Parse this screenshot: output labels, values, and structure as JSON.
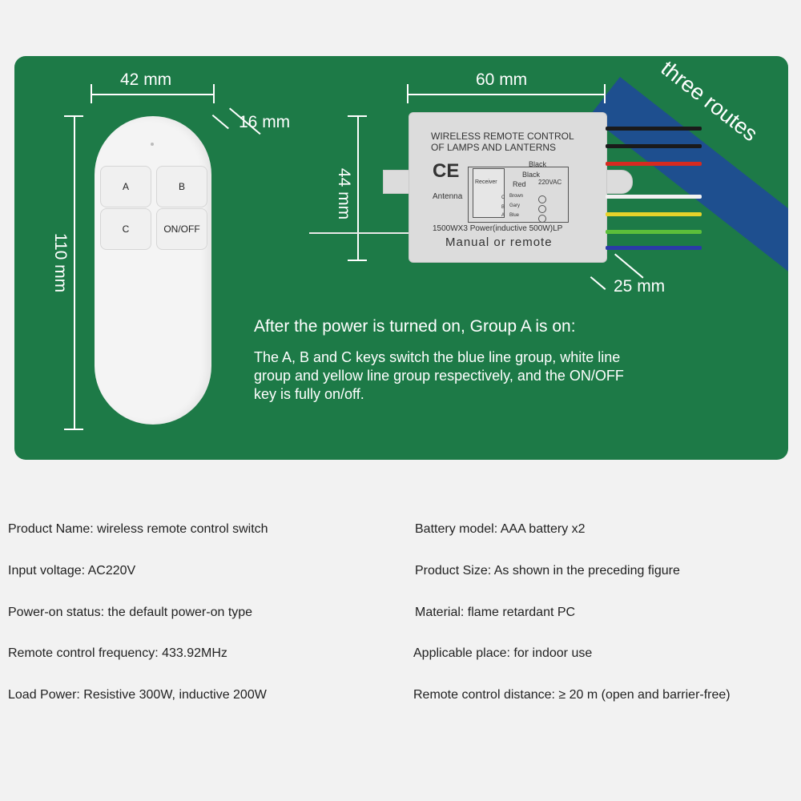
{
  "badge": "three routes",
  "dims": {
    "width_remote": "42 mm",
    "thickness_remote": "16 mm",
    "height_remote": "110 mm",
    "width_receiver": "60 mm",
    "height_receiver": "44 mm",
    "thickness_receiver": "25 mm"
  },
  "remote": {
    "keys": [
      "A",
      "B",
      "C",
      "ON/OFF"
    ]
  },
  "receiver": {
    "title_line1": "WIRELESS REMOTE CONTROL",
    "title_line2": "OF LAMPS AND LANTERNS",
    "ce": "CE",
    "receiver_label": "Receiver",
    "antenna_label": "Antenna",
    "wire_labels": [
      "Black",
      "Black",
      "Red",
      "220VAC",
      "Brown",
      "Gary",
      "Blue"
    ],
    "channel_letters": [
      "C",
      "B",
      "A"
    ],
    "power_line": "1500WX3 Power(inductive 500W)LP",
    "mode_line": "Manual or remote",
    "wire_colors": [
      "#1a1a1a",
      "#1a1a1a",
      "#d62a20",
      "#f2f2f2",
      "#e6d22a",
      "#5cbf3a",
      "#2a3ba8"
    ]
  },
  "main": {
    "headline": "After the power is turned on, Group A is on:",
    "body_line1": "The A, B and C keys switch the blue line group, white line",
    "body_line2": "group and yellow line group respectively, and the ON/OFF",
    "body_line3": "key is fully on/off."
  },
  "specs": {
    "left": [
      "Product Name: wireless remote control switch",
      "Input voltage: AC220V",
      "Power-on status: the default power-on type",
      "Remote control frequency: 433.92MHz",
      "Load Power: Resistive 300W, inductive 200W"
    ],
    "right": [
      "Battery model: AAA battery x2",
      "Product Size: As shown in the preceding figure",
      "Material: flame retardant PC",
      "Applicable place: for indoor use",
      "Remote control distance: ≥ 20 m (open and barrier-free)"
    ]
  },
  "colors": {
    "panel": "#1d7a47",
    "ribbon": "#1e4f8f"
  }
}
